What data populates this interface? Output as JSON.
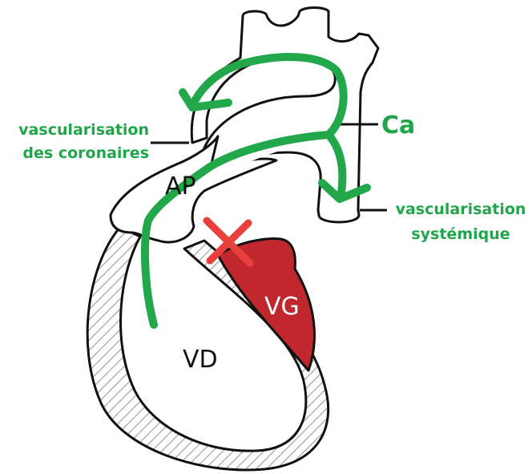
{
  "labels": {
    "coronary_line1": "vascularisation",
    "coronary_line2": "des coronaires",
    "ca": "Ca",
    "systemic_line1": "vascularisation",
    "systemic_line2": "systémique",
    "ap": "AP",
    "vd": "VD",
    "vg": "VG"
  },
  "colors": {
    "flow_arrow": "#22a84a",
    "label_text": "#1fa64a",
    "vg_fill": "#c0282d",
    "blocked_cross": "#e8413d",
    "outline": "#111111",
    "hatch": "#9a9a9a"
  },
  "icons": {
    "blocked": "x-cross-icon",
    "flow": "arrow-icon"
  }
}
